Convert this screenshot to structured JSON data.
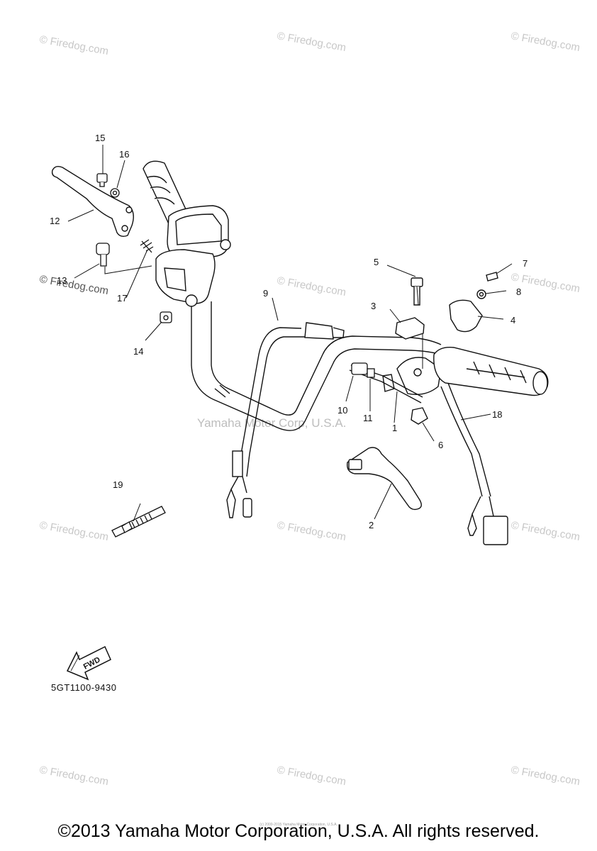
{
  "watermark": "© Firedog.com",
  "center_watermark": "Yamaha Motor Corp, U.S.A.",
  "callouts": [
    "1",
    "2",
    "3",
    "4",
    "5",
    "6",
    "7",
    "8",
    "9",
    "10",
    "11",
    "12",
    "13",
    "14",
    "15",
    "16",
    "17",
    "18",
    "19"
  ],
  "direction_badge": "FWD",
  "part_code": "5GT1100-9430",
  "fine_print": "(c) 2000-2015 Yamaha Motor Corporation, U.S.A.",
  "copyright": "©2013 Yamaha Motor Corporation, U.S.A. All rights reserved."
}
